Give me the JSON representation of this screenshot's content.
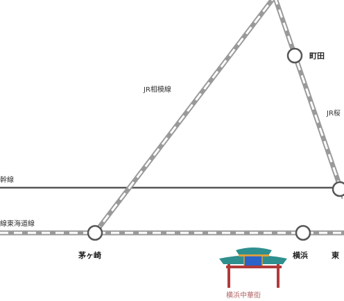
{
  "lines": {
    "sagami": "JR相模線",
    "yokohama_partial": "JR桜",
    "shinkansen_partial": "幹線",
    "tokaido_partial": "線東海道線"
  },
  "stations": {
    "machida": "町田",
    "chigasaki": "茅ヶ崎",
    "yokohama": "横浜",
    "tokyo_partial": "東"
  },
  "landmark": {
    "label": "横浜中華街",
    "icon": "chinatown-gate-icon"
  },
  "colors": {
    "rail_outer": "#9a9a9a",
    "rail_inner": "#ffffff",
    "shinkansen": "#555555",
    "gate_roof": "#2f8f8f",
    "gate_pillar": "#b03a3a",
    "gate_sign": "#2b63c9",
    "landmark_text": "#b06060"
  }
}
